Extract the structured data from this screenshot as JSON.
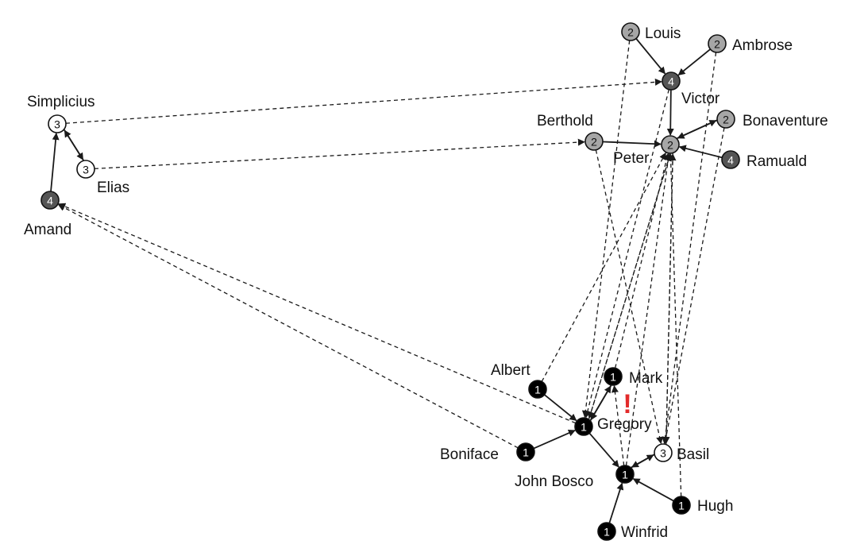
{
  "colors": {
    "group1": "#000000",
    "group2": "#a6a6a6",
    "group3": "#ffffff",
    "group4": "#555555",
    "edge": "#1a1a1a",
    "alert": "#e32b2b"
  },
  "nodes": [
    {
      "id": "louis",
      "name": "Louis",
      "group": 2
    },
    {
      "id": "ambrose",
      "name": "Ambrose",
      "group": 2
    },
    {
      "id": "victor",
      "name": "Victor",
      "group": 4
    },
    {
      "id": "bonaventure",
      "name": "Bonaventure",
      "group": 2
    },
    {
      "id": "berthold",
      "name": "Berthold",
      "group": 2
    },
    {
      "id": "peter",
      "name": "Peter",
      "group": 2
    },
    {
      "id": "ramuald",
      "name": "Ramuald",
      "group": 4
    },
    {
      "id": "simplicius",
      "name": "Simplicius",
      "group": 3
    },
    {
      "id": "elias",
      "name": "Elias",
      "group": 3
    },
    {
      "id": "amand",
      "name": "Amand",
      "group": 4
    },
    {
      "id": "albert",
      "name": "Albert",
      "group": 1
    },
    {
      "id": "mark",
      "name": "Mark",
      "group": 1
    },
    {
      "id": "gregory",
      "name": "Gregory",
      "group": 1
    },
    {
      "id": "boniface",
      "name": "Boniface",
      "group": 1
    },
    {
      "id": "basil",
      "name": "Basil",
      "group": 3
    },
    {
      "id": "johnbosco",
      "name": "John Bosco",
      "group": 1
    },
    {
      "id": "hugh",
      "name": "Hugh",
      "group": 1
    },
    {
      "id": "winfrid",
      "name": "Winfrid",
      "group": 1
    }
  ],
  "edges": [
    {
      "from": "louis",
      "to": "victor",
      "dashed": false
    },
    {
      "from": "ambrose",
      "to": "victor",
      "dashed": false
    },
    {
      "from": "victor",
      "to": "peter",
      "dashed": false
    },
    {
      "from": "berthold",
      "to": "peter",
      "dashed": false
    },
    {
      "from": "bonaventure",
      "to": "peter",
      "dashed": false
    },
    {
      "from": "peter",
      "to": "bonaventure",
      "dashed": false
    },
    {
      "from": "ramuald",
      "to": "peter",
      "dashed": false
    },
    {
      "from": "amand",
      "to": "simplicius",
      "dashed": false
    },
    {
      "from": "simplicius",
      "to": "elias",
      "dashed": false
    },
    {
      "from": "elias",
      "to": "simplicius",
      "dashed": false
    },
    {
      "from": "albert",
      "to": "gregory",
      "dashed": false
    },
    {
      "from": "boniface",
      "to": "gregory",
      "dashed": false
    },
    {
      "from": "mark",
      "to": "gregory",
      "dashed": false
    },
    {
      "from": "gregory",
      "to": "mark",
      "dashed": false
    },
    {
      "from": "gregory",
      "to": "johnbosco",
      "dashed": false
    },
    {
      "from": "johnbosco",
      "to": "basil",
      "dashed": false
    },
    {
      "from": "basil",
      "to": "johnbosco",
      "dashed": false
    },
    {
      "from": "hugh",
      "to": "johnbosco",
      "dashed": false
    },
    {
      "from": "winfrid",
      "to": "johnbosco",
      "dashed": false
    },
    {
      "from": "simplicius",
      "to": "victor",
      "dashed": true
    },
    {
      "from": "elias",
      "to": "berthold",
      "dashed": true
    },
    {
      "from": "gregory",
      "to": "amand",
      "dashed": true
    },
    {
      "from": "boniface",
      "to": "amand",
      "dashed": true
    },
    {
      "from": "albert",
      "to": "peter",
      "dashed": true
    },
    {
      "from": "louis",
      "to": "gregory",
      "dashed": true
    },
    {
      "from": "victor",
      "to": "gregory",
      "dashed": true
    },
    {
      "from": "ambrose",
      "to": "basil",
      "dashed": true
    },
    {
      "from": "berthold",
      "to": "basil",
      "dashed": true
    },
    {
      "from": "mark",
      "to": "peter",
      "dashed": true
    },
    {
      "from": "gregory",
      "to": "peter",
      "dashed": true
    },
    {
      "from": "peter",
      "to": "gregory",
      "dashed": true
    },
    {
      "from": "johnbosco",
      "to": "peter",
      "dashed": true
    },
    {
      "from": "johnbosco",
      "to": "mark",
      "dashed": true
    },
    {
      "from": "basil",
      "to": "peter",
      "dashed": true
    },
    {
      "from": "peter",
      "to": "basil",
      "dashed": true
    },
    {
      "from": "hugh",
      "to": "peter",
      "dashed": true
    },
    {
      "from": "bonaventure",
      "to": "basil",
      "dashed": true
    }
  ],
  "alert_mark": "!"
}
